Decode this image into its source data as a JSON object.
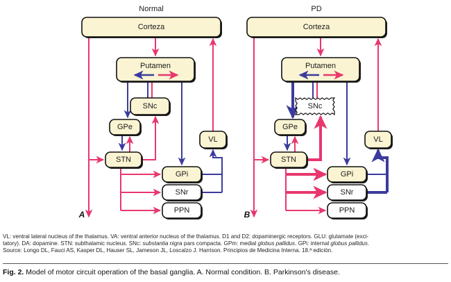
{
  "figure": {
    "caption_label": "Fig. 2.",
    "caption_text": "Model of motor circuit operation of the basal ganglia. A. Normal condition. B. Parkinson's disease."
  },
  "legend": {
    "line1": "VL: ventral lateral nucleus of the thalamus. VA: ventral anterior nucleus of the thalamus. D1 and D2: dopaminergic receptors. GLU: glutamate (exci-",
    "line2_a": "tatory). DA: dopamine. STN: subthalamic nucleus. SNc: ",
    "line2_italic1": "substantia nigra",
    "line2_b": " pars compacta. GPm: medial ",
    "line2_italic2": "globus pallidus",
    "line2_c": ". GPi: internal ",
    "line2_italic3": "globus pallidus",
    "line2_d": ".",
    "line3": "Source: Longo DL, Fauci AS, Kasper DL, Hauser SL, Jameson JL, Loscalzo J. Harrison. Principios de Medicina Interna. 18.ª edición."
  },
  "colors": {
    "cream": "#FAF4D2",
    "white": "#FFFFFF",
    "outline": "#111111",
    "red": "#E8376E",
    "blue": "#3B3B9E",
    "shadow": "#111111"
  },
  "panels": [
    {
      "id": "normal",
      "title": "Normal",
      "letter": "A",
      "snc_degenerated": false,
      "nodes": [
        {
          "key": "cortex",
          "label": "Corteza",
          "fill": "cream"
        },
        {
          "key": "putamen",
          "label": "Putamen",
          "fill": "cream"
        },
        {
          "key": "snc",
          "label": "SNc",
          "fill": "cream"
        },
        {
          "key": "gpe",
          "label": "GPe",
          "fill": "cream"
        },
        {
          "key": "stn",
          "label": "STN",
          "fill": "cream"
        },
        {
          "key": "vl",
          "label": "VL",
          "fill": "cream"
        },
        {
          "key": "gpi",
          "label": "GPi",
          "fill": "cream"
        },
        {
          "key": "snr",
          "label": "SNr",
          "fill": "white"
        },
        {
          "key": "ppn",
          "label": "PPN",
          "fill": "white"
        }
      ]
    },
    {
      "id": "pd",
      "title": "PD",
      "letter": "B",
      "snc_degenerated": true,
      "nodes": [
        {
          "key": "cortex",
          "label": "Corteza",
          "fill": "cream"
        },
        {
          "key": "putamen",
          "label": "Putamen",
          "fill": "cream"
        },
        {
          "key": "snc",
          "label": "SNc",
          "fill": "white"
        },
        {
          "key": "gpe",
          "label": "GPe",
          "fill": "cream"
        },
        {
          "key": "stn",
          "label": "STN",
          "fill": "cream"
        },
        {
          "key": "vl",
          "label": "VL",
          "fill": "cream"
        },
        {
          "key": "gpi",
          "label": "GPi",
          "fill": "cream"
        },
        {
          "key": "snr",
          "label": "SNr",
          "fill": "white"
        },
        {
          "key": "ppn",
          "label": "PPN",
          "fill": "white"
        }
      ]
    }
  ]
}
